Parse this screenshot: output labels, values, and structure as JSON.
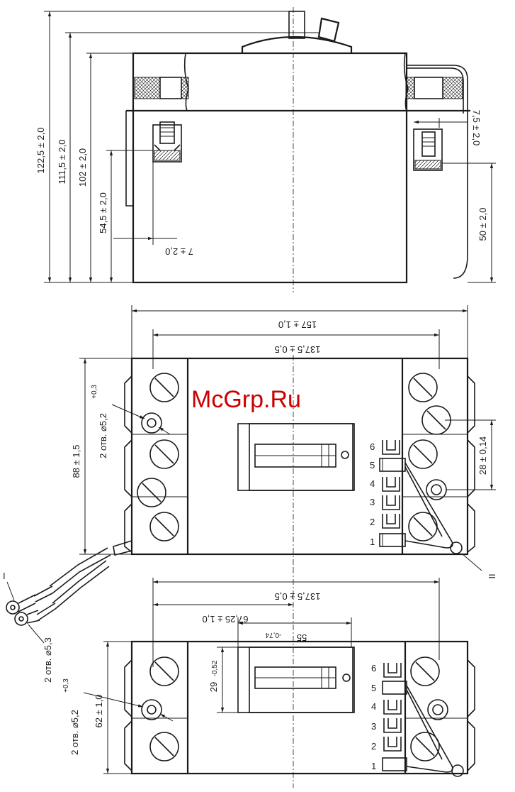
{
  "watermark": "McGrp.Ru",
  "top_view": {
    "dims": {
      "h1": "122,5 ± 2,0",
      "h2": "111,5 ± 2,0",
      "h3": "102 ± 2,0",
      "h4": "54,5 ± 2,0",
      "h5": "7 ± 2,0",
      "h6": "7,5 ± 2,0",
      "h7": "50 ± 2,0"
    }
  },
  "middle_view": {
    "dims": {
      "w1": "157 ± 1,0",
      "w2": "137,5 ± 0,5",
      "h1": "88 ± 1,5",
      "holes_prefix": "2 отв. ⌀5,2",
      "holes_tol": "+0,3",
      "pitch": "28 ± 0,14"
    },
    "terminals": [
      "6",
      "5",
      "4",
      "3",
      "2",
      "1"
    ],
    "callout_left": "I",
    "callout_right": "II"
  },
  "bottom_view": {
    "dims": {
      "w1": "137,5 ± 0,5",
      "w2": "67,25 ± 1,0",
      "w3_main": "55",
      "w3_tol": "-0,74",
      "h1_main": "29",
      "h1_tol": "-0,52",
      "h2": "62 ± 1,0",
      "holes_prefix": "2 отв. ⌀5,2",
      "holes_tol": "+0,3",
      "lug_holes": "2 отв. ⌀5,3"
    },
    "terminals": [
      "6",
      "5",
      "4",
      "3",
      "2",
      "1"
    ]
  }
}
